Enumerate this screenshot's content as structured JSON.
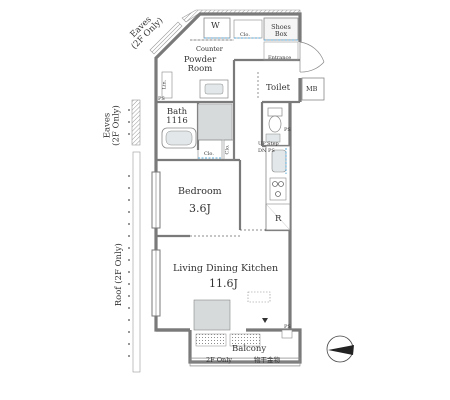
{
  "plan": {
    "compass_direction": "SSE",
    "wall_color": "#7a7a7a",
    "fixture_color": "#bfc6c8",
    "light_fill": "#e2e7e9",
    "accent_blue": "#58a9d8",
    "labels": {
      "eaves_top": "Eaves\n(2F Only)",
      "eaves_left": "Eaves\n(2F Only)",
      "roof_left": "Roof (2F Only)",
      "w": "W",
      "clo_top": "Clo.",
      "shoes_box": "Shoes\nBox",
      "entrance": "Entrance",
      "counter": "Counter",
      "powder_room": "Powder\nRoom",
      "lin": "Lin.",
      "ps_left": "PS",
      "bath": "Bath\n1116",
      "toilet": "Toilet",
      "mb": "MB",
      "ps_right": "PS",
      "up_step": "UP Step",
      "dn_ps": "DN PS",
      "clo_bed": "Clo.",
      "clo_bed2": "Clo.",
      "bedroom": "Bedroom",
      "bedroom_size": "3.6J",
      "r": "R",
      "ldk": "Living Dining  Kitchen",
      "ldk_size": "11.6J",
      "balcony": "Balcony",
      "two_f_only": "2F Only",
      "storage_jp": "物干金物",
      "ps_bottom": "PS"
    }
  }
}
